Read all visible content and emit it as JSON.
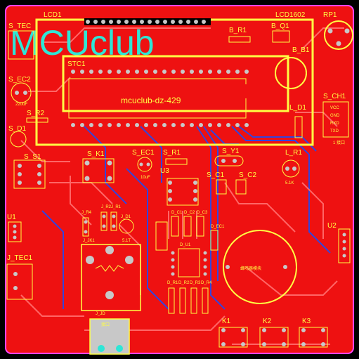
{
  "board": {
    "logo": "MCUclub",
    "part_number": "mcuclub-dz-429",
    "colors": {
      "substrate": "#ee1111",
      "edge": "#ff44ff",
      "silk": "#ffff44",
      "trace_top": "#ff5555",
      "trace_bottom": "#3344dd",
      "pad": "#c8c8c8",
      "logo": "#2ee6d6"
    }
  },
  "labels": {
    "s_tec": "S_TEC",
    "lcd1": "LCD1",
    "lcd1602": "LCD1602",
    "rp1": "RP1",
    "b_r1": "B_R1",
    "b_q1": "B_Q1",
    "b_b1": "B_B1",
    "stc1": "STC1",
    "s_ec2": "S_EC2",
    "s_ec2_value": "220uF",
    "s_r2": "S_R2",
    "s_d1": "S_D1",
    "s_ch1": "S_CH1",
    "pin_vcc": "VCC",
    "pin_gnd": "GND",
    "pin_rxd": "RXD",
    "pin_txd": "TXD",
    "port_text": "1 接口",
    "l_d1": "L_D1",
    "s_s1": "S_S1",
    "s_k1": "S_K1",
    "s_ec1": "S_EC1",
    "s_ec1_value": "10uF",
    "s_r1": "S_R1",
    "s_y1": "S_Y1",
    "l_r1": "L_R1",
    "l_r1_value": "5.1K",
    "u3": "U3",
    "s_c1": "S_C1",
    "s_c2": "S_C2",
    "u1": "U1",
    "j_tec1": "J_TEC1",
    "j_r4": "J_R4",
    "j_r2": "J_R2",
    "j_r1": "J_R1",
    "j_d1": "J_D1",
    "j_d1_value": "5.1T",
    "j_jk1": "J_JK1",
    "j_jd": "J_JD",
    "d_c1": "D_C1",
    "d_c2": "D_C2",
    "d_c3": "D_C3",
    "d_ec1": "D_EC1",
    "d_u1": "D_U1",
    "d_r1": "D_R1",
    "d_r2": "D_R2",
    "d_r3": "D_R3",
    "d_r4": "D_R4",
    "buzzer_text": "蜂鸣器模块",
    "u2": "U2",
    "k1": "K1",
    "k2": "K2",
    "k3": "K3",
    "terminal_text": "接口"
  }
}
